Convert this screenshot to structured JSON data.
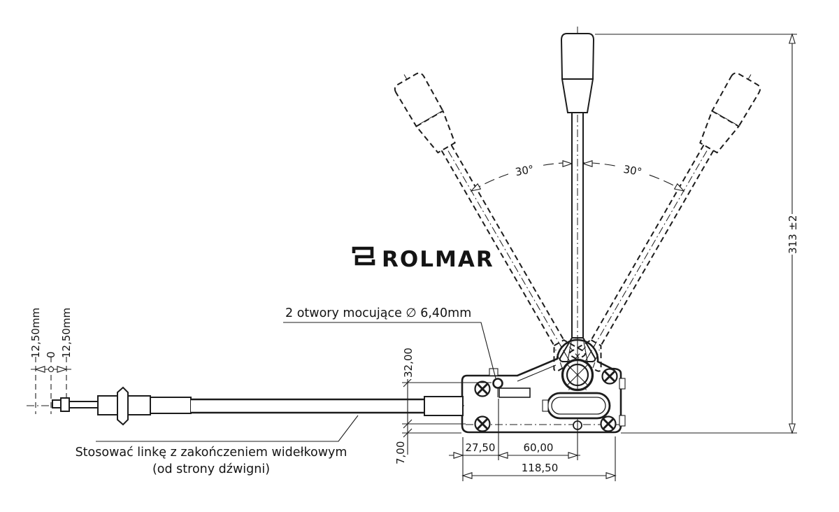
{
  "meta": {
    "type": "technical-drawing",
    "background": "#ffffff",
    "ink_color": "#1c1c1c",
    "subject": "lever-control-with-cable"
  },
  "brand": {
    "logo_text": "ROLMAR",
    "logo_icon": "meander-square-icon"
  },
  "annotations": {
    "mounting_holes": "2 otwory mocujące ∅ 6,40mm",
    "cable_note_line1": "Stosować linkę z zakończeniem widełkowym",
    "cable_note_line2": "(od strony dźwigni)"
  },
  "dimensions": {
    "cable_travel_left": "12,50mm",
    "cable_travel_zero": "0",
    "cable_travel_right": "12,50mm",
    "lever_angle_left": "30°",
    "lever_angle_right": "30°",
    "overall_height": "313 ±2",
    "hole_axis_height": "32,00",
    "base_height": "7,00",
    "edge_to_hole": "27,50",
    "hole_spacing": "60,00",
    "base_length": "118,50"
  }
}
